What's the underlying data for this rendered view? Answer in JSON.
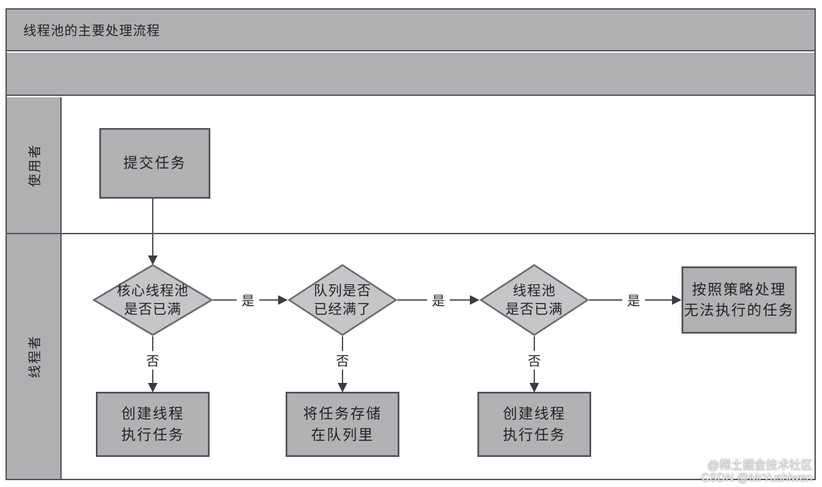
{
  "title": "线程池的主要处理流程",
  "lanes": {
    "user": "使用者",
    "thread": "线程者"
  },
  "nodes": {
    "submit": {
      "line1": "提交任务"
    },
    "core_pool_full": {
      "line1": "核心线程池",
      "line2": "是否已满"
    },
    "queue_full": {
      "line1": "队列是否",
      "line2": "已经满了"
    },
    "pool_full": {
      "line1": "线程池",
      "line2": "是否已满"
    },
    "policy": {
      "line1": "按照策略处理",
      "line2": "无法执行的任务"
    },
    "create_thread_1": {
      "line1": "创建线程",
      "line2": "执行任务"
    },
    "store_queue": {
      "line1": "将任务存储",
      "line2": "在队列里"
    },
    "create_thread_2": {
      "line1": "创建线程",
      "line2": "执行任务"
    }
  },
  "edges": {
    "yes1": "是",
    "yes2": "是",
    "yes3": "是",
    "no1": "否",
    "no2": "否",
    "no3": "否"
  },
  "watermark": {
    "line1": "@稀土掘金技术社区",
    "line2": "CSDN @MrYushiwen"
  },
  "colors": {
    "panel_gray": "#b0b0b3",
    "box_gray": "#b2b2b5",
    "diamond_gray": "#c6c6c9",
    "line_dark": "#55555a",
    "background": "#ffffff",
    "watermark_text": "#f0f0f0"
  }
}
